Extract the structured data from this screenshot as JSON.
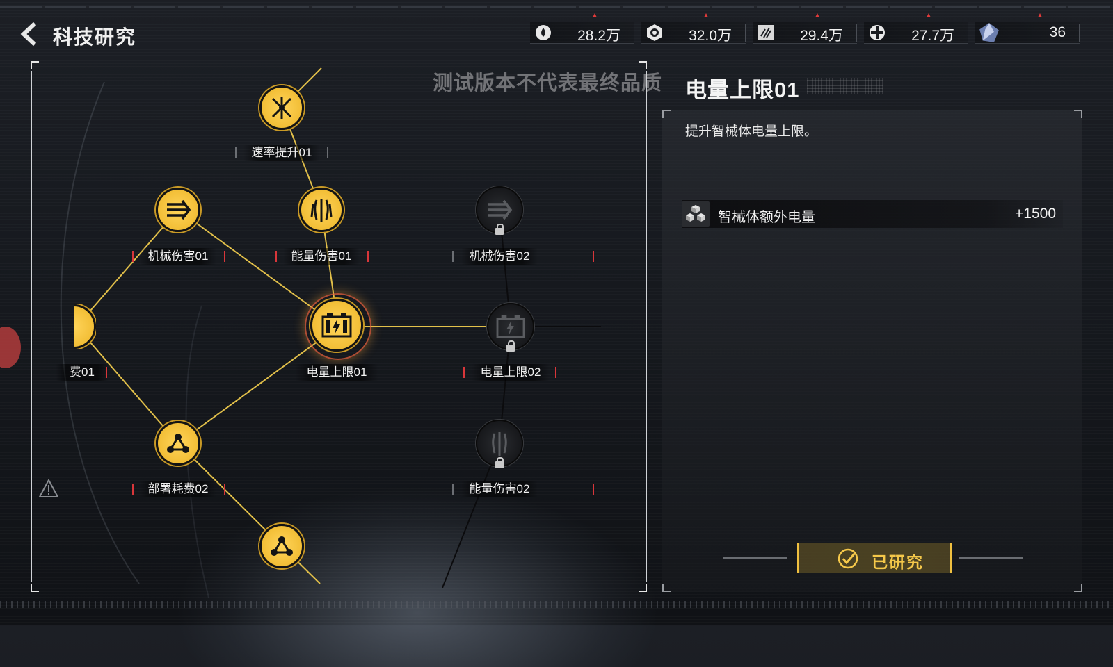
{
  "header": {
    "title": "科技研究",
    "resources": [
      {
        "icon": "drop-resource-icon",
        "value": "28.2万"
      },
      {
        "icon": "ring-resource-icon",
        "value": "32.0万"
      },
      {
        "icon": "chip-resource-icon",
        "value": "29.4万"
      },
      {
        "icon": "circuit-resource-icon",
        "value": "27.7万"
      },
      {
        "icon": "crystal-resource-icon",
        "value": "36"
      }
    ]
  },
  "watermark": "测试版本不代表最终品质",
  "tree": {
    "nodes": {
      "rate_up_01": {
        "label": "速率提升01",
        "state": "researched",
        "icon": "rate-icon"
      },
      "mech_dmg_01": {
        "label": "机械伤害01",
        "state": "researched",
        "icon": "mech-damage-icon"
      },
      "energy_dmg_01": {
        "label": "能量伤害01",
        "state": "researched",
        "icon": "energy-damage-icon"
      },
      "mech_dmg_02": {
        "label": "机械伤害02",
        "state": "locked",
        "icon": "mech-damage-icon"
      },
      "deploy_cost_01": {
        "label": "费01",
        "state": "researched",
        "icon": "deploy-icon"
      },
      "power_cap_01": {
        "label": "电量上限01",
        "state": "selected",
        "icon": "battery-icon"
      },
      "power_cap_02": {
        "label": "电量上限02",
        "state": "locked",
        "icon": "battery-icon"
      },
      "deploy_cost_02": {
        "label": "部署耗费02",
        "state": "researched",
        "icon": "deploy-icon"
      },
      "energy_dmg_02": {
        "label": "能量伤害02",
        "state": "locked",
        "icon": "energy-damage-icon"
      },
      "bottom_node": {
        "label": "",
        "state": "researched",
        "icon": "deploy-icon"
      }
    }
  },
  "detail": {
    "title": "电量上限01",
    "description": "提升智械体电量上限。",
    "stat": {
      "icon": "cubes-icon",
      "name": "智械体额外电量",
      "value": "+1500"
    },
    "button_label": "已研究"
  },
  "colors": {
    "accent": "#f2be36",
    "alert": "#d8363a",
    "background": "#17191e"
  }
}
